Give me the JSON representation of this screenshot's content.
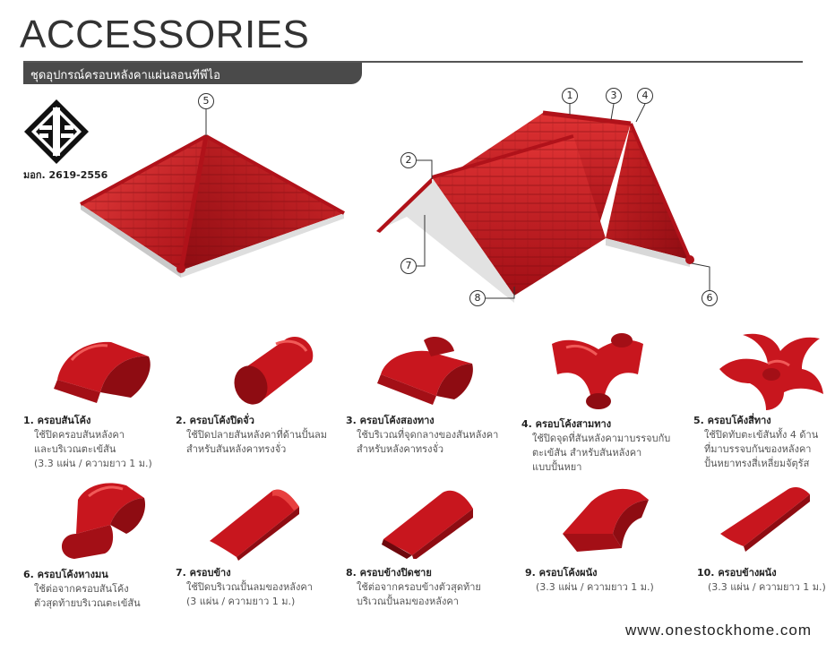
{
  "header": {
    "title": "ACCESSORIES",
    "subtitle": "ชุดอุปกรณ์ครอบหลังคาแผ่นลอนทีพีไอ"
  },
  "certification": "มอก. 2619-2556",
  "callouts": [
    "1",
    "2",
    "3",
    "4",
    "5",
    "6",
    "7",
    "8"
  ],
  "colors": {
    "tile_red": "#c8161e",
    "tile_dark": "#8e0c12",
    "tile_light": "#e8403f",
    "bar": "#4a4a4a"
  },
  "products": [
    {
      "name": "1. ครอบสันโค้ง",
      "desc": [
        "ใช้ปิดครอบสันหลังคา",
        "และบริเวณตะเข้สัน",
        "(3.3 แผ่น / ความยาว 1 ม.)"
      ]
    },
    {
      "name": "2. ครอบโค้งปิดจั่ว",
      "desc": [
        "ใช้ปิดปลายสันหลังคาที่ด้านปั้นลม",
        "สำหรับสันหลังคาทรงจั่ว"
      ]
    },
    {
      "name": "3. ครอบโค้งสองทาง",
      "desc": [
        "ใช้บริเวณที่จุดกลางของสันหลังคา",
        "สำหรับหลังคาทรงจั่ว"
      ]
    },
    {
      "name": "4. ครอบโค้งสามทาง",
      "desc": [
        "ใช้ปิดจุดที่สันหลังคามาบรรจบกับ",
        "ตะเข้สัน สำหรับสันหลังคา",
        "แบบปั้นหยา"
      ]
    },
    {
      "name": "5. ครอบโค้งสี่ทาง",
      "desc": [
        "ใช้ปิดทับตะเข้สันทั้ง 4 ด้าน",
        "ที่มาบรรจบกันของหลังคา",
        "ปั้นหยาทรงสี่เหลี่ยมจัตุรัส"
      ]
    },
    {
      "name": "6. ครอบโค้งหางมน",
      "desc": [
        "ใช้ต่อจากครอบสันโค้ง",
        "ตัวสุดท้ายบริเวณตะเข้สัน"
      ]
    },
    {
      "name": "7. ครอบข้าง",
      "desc": [
        "ใช้ปิดบริเวณปั้นลมของหลังคา",
        "(3 แผ่น / ความยาว 1 ม.)"
      ]
    },
    {
      "name": "8. ครอบข้างปิดชาย",
      "desc": [
        "ใช้ต่อจากครอบข้างตัวสุดท้าย",
        "บริเวณปั้นลมของหลังคา"
      ]
    },
    {
      "name": "9. ครอบโค้งผนัง",
      "desc": [
        "(3.3 แผ่น / ความยาว 1 ม.)"
      ]
    },
    {
      "name": "10. ครอบข้างผนัง",
      "desc": [
        "(3.3 แผ่น / ความยาว 1 ม.)"
      ]
    }
  ],
  "website": "www.onestockhome.com"
}
